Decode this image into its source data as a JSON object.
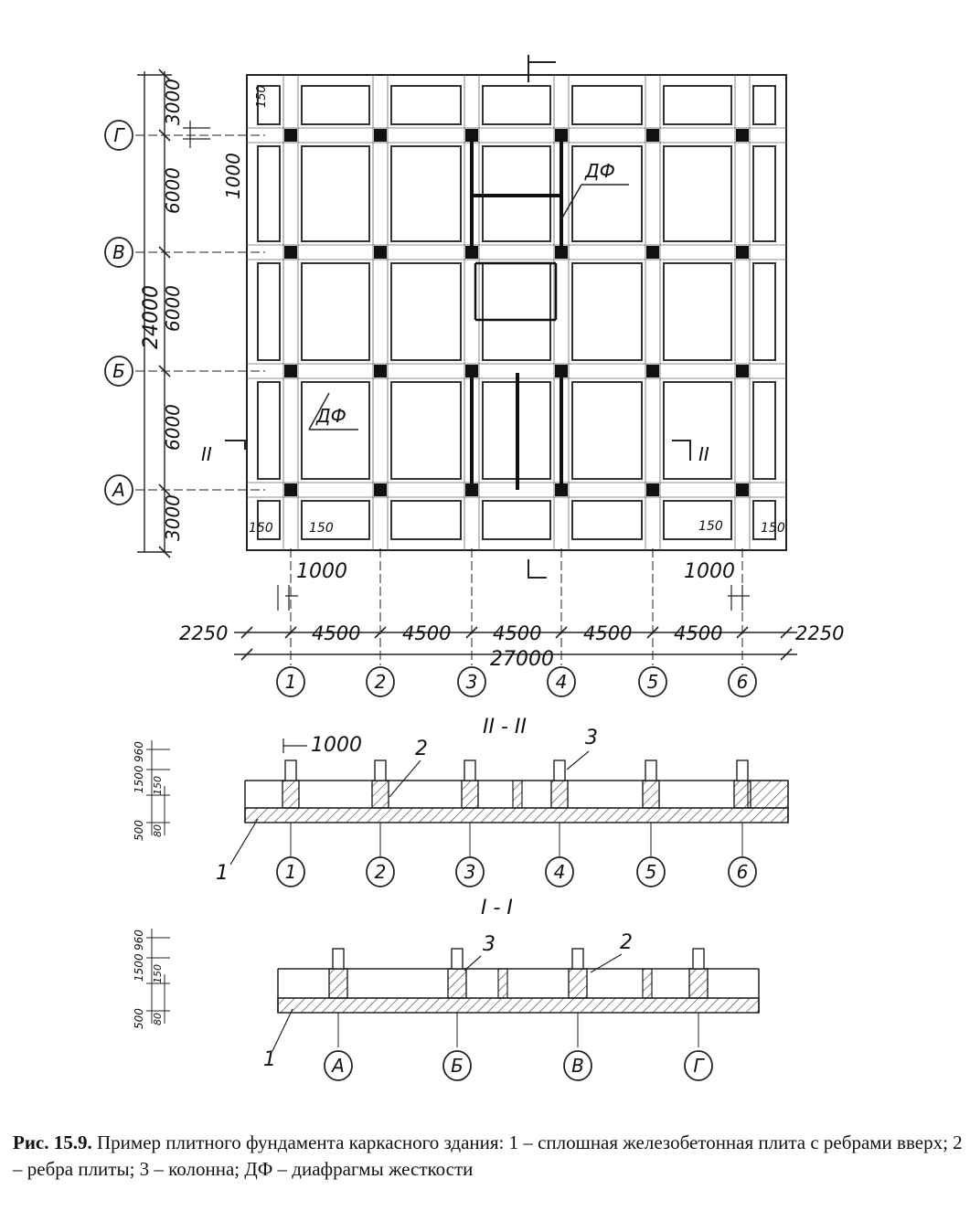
{
  "plan": {
    "row_axes": [
      "Г",
      "В",
      "Б",
      "А"
    ],
    "col_axes": [
      "1",
      "2",
      "3",
      "4",
      "5",
      "6"
    ],
    "vertical_dims": [
      "3000",
      "6000",
      "6000",
      "6000",
      "3000"
    ],
    "vertical_total": "24000",
    "horizontal_dims": [
      "2250",
      "4500",
      "4500",
      "4500",
      "4500",
      "4500",
      "2250"
    ],
    "horizontal_total": "27000",
    "rib_width": "1000",
    "offset_150": "150",
    "diaphragm_label": "ДФ",
    "section_mark": "II"
  },
  "section_2": {
    "title": "II - II",
    "axes": [
      "1",
      "2",
      "3",
      "4",
      "5",
      "6"
    ],
    "dims": [
      "960",
      "1500",
      "150",
      "500",
      "80"
    ],
    "rib_width": "1000",
    "callouts": [
      "1",
      "2",
      "3"
    ]
  },
  "section_1": {
    "title": "I - I",
    "axes": [
      "А",
      "Б",
      "В",
      "Г"
    ],
    "dims": [
      "960",
      "1500",
      "150",
      "500",
      "80"
    ],
    "callouts": [
      "1",
      "2",
      "3"
    ]
  },
  "caption": {
    "label": "Рис. 15.9.",
    "text": " Пример плитного фундамента каркасного здания: 1 – сплошная железобетонная плита с ребрами вверх; 2 – ребра плиты; 3 – колонна; ДФ – диафрагмы жесткости"
  }
}
